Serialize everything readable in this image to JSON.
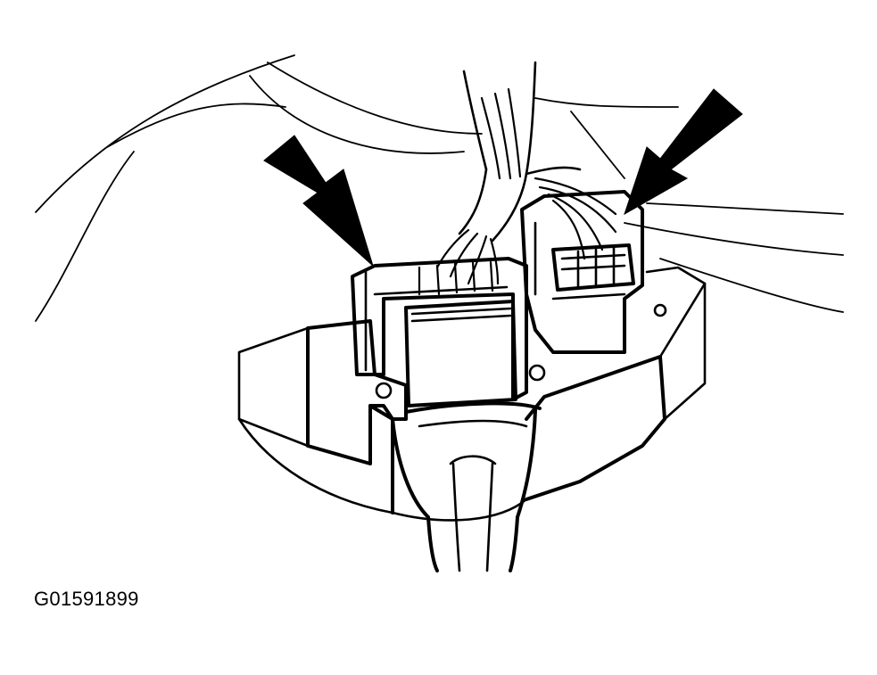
{
  "figure_id": "G01591899",
  "colors": {
    "line": "#000000",
    "background": "#ffffff"
  },
  "callouts": [
    {
      "name": "left-connector-arrow",
      "icon": "arrow-down-right-icon"
    },
    {
      "name": "right-connector-arrow",
      "icon": "arrow-down-left-icon"
    }
  ]
}
